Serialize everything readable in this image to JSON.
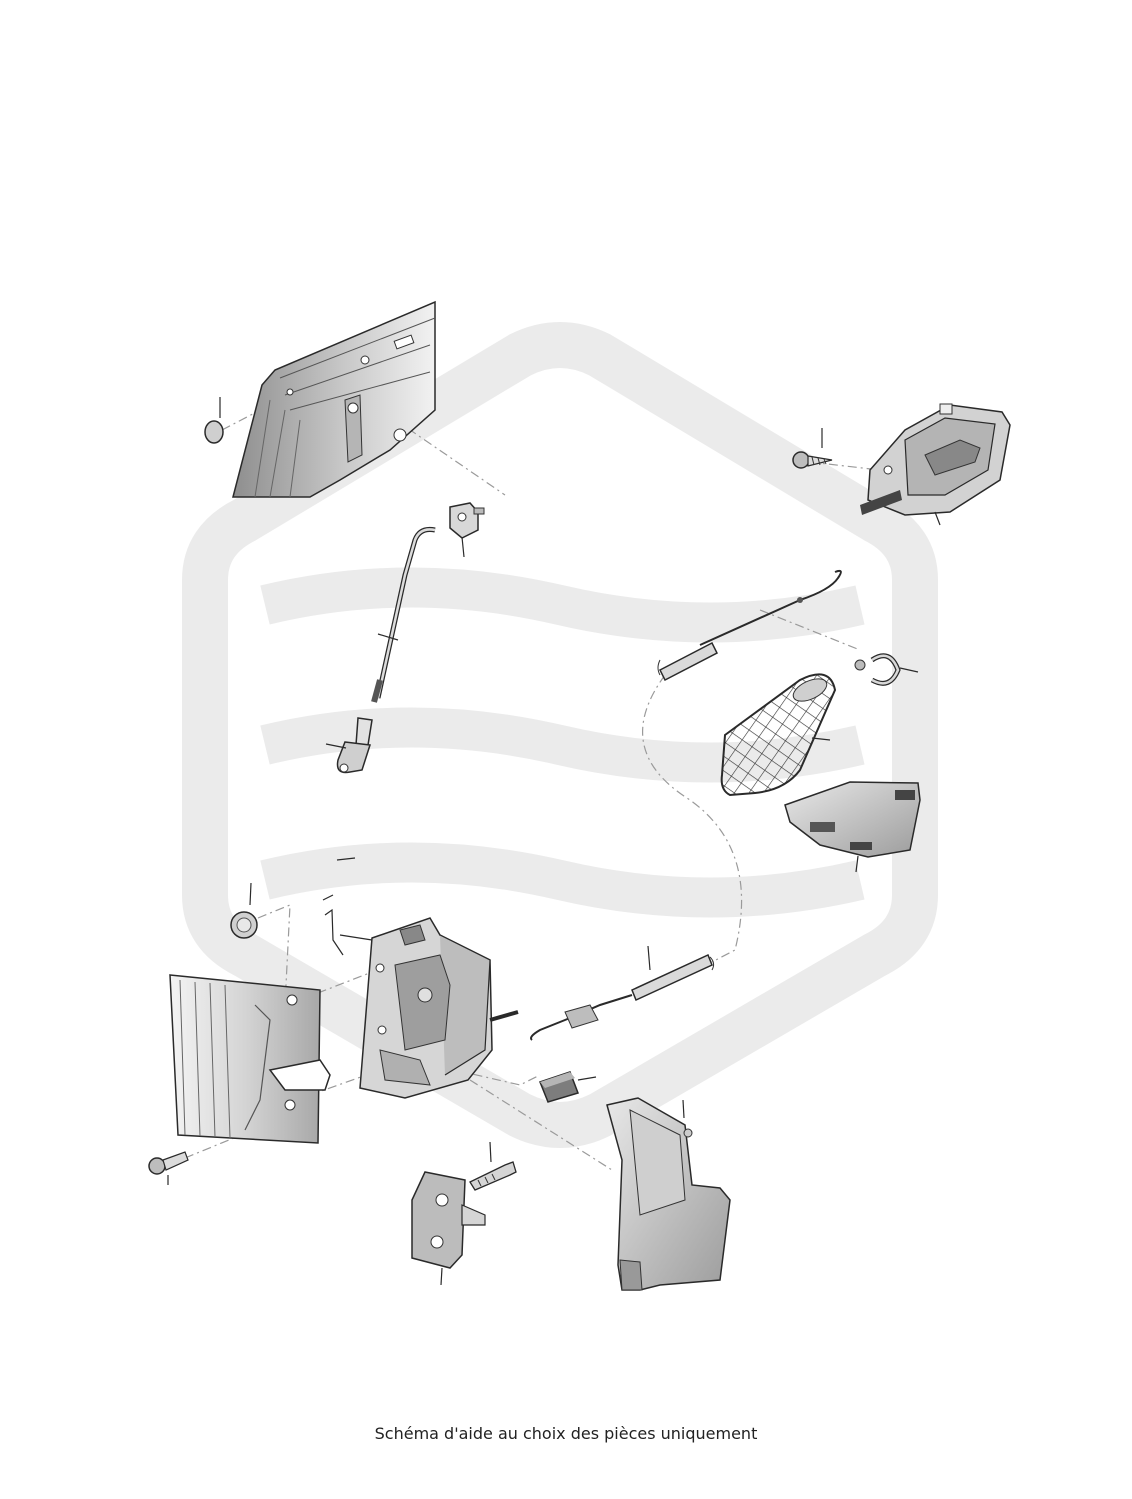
{
  "caption": "Schéma d'aide au choix des pièces uniquement",
  "watermark": {
    "shape": "hexagon-waves",
    "color": "#ebebeb"
  },
  "parts": [
    {
      "name": "door-panel-upper",
      "label": ""
    },
    {
      "name": "plug-small",
      "label": ""
    },
    {
      "name": "rod-clip",
      "label": ""
    },
    {
      "name": "lock-rod",
      "label": ""
    },
    {
      "name": "rod-end-clip",
      "label": ""
    },
    {
      "name": "inner-handle-screw",
      "label": ""
    },
    {
      "name": "inner-door-handle",
      "label": ""
    },
    {
      "name": "bowden-cable-upper",
      "label": ""
    },
    {
      "name": "cable-clip",
      "label": ""
    },
    {
      "name": "handle-insulation-mat",
      "label": ""
    },
    {
      "name": "handle-cover",
      "label": ""
    },
    {
      "name": "plug-large",
      "label": ""
    },
    {
      "name": "door-lock",
      "label": ""
    },
    {
      "name": "bowden-cable-lower",
      "label": ""
    },
    {
      "name": "foam-pad",
      "label": ""
    },
    {
      "name": "door-panel-lower",
      "label": ""
    },
    {
      "name": "lock-screw",
      "label": ""
    },
    {
      "name": "striker-plate",
      "label": ""
    },
    {
      "name": "striker-screw",
      "label": ""
    },
    {
      "name": "lock-cover",
      "label": ""
    }
  ],
  "colors": {
    "line": "#2a2a2a",
    "fill-light": "#e6e6e6",
    "fill-mid": "#c9c9c9",
    "fill-dark": "#9a9a9a"
  }
}
